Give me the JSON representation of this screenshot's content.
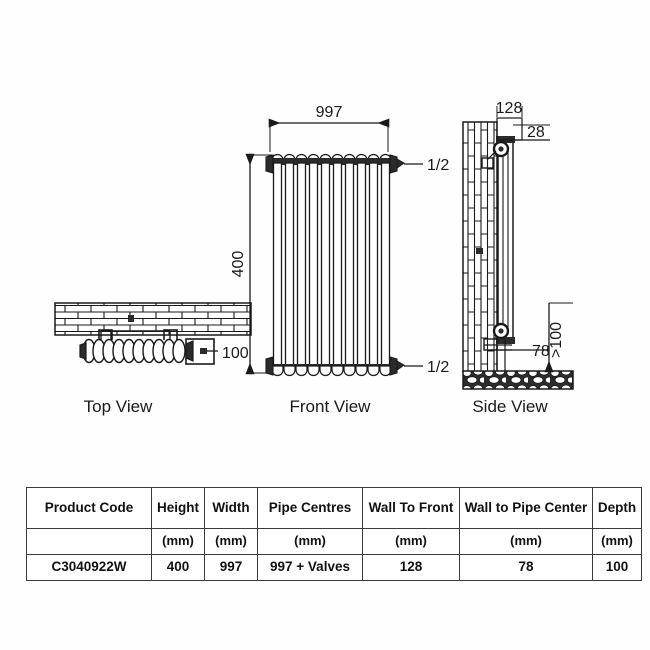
{
  "document": {
    "type": "technical-drawing",
    "subject": "column radiator dimensional drawing"
  },
  "views": {
    "top": {
      "label": "Top View",
      "depth_dim": "100"
    },
    "front": {
      "label": "Front View",
      "width_dim": "997",
      "height_dim": "400",
      "valve_top": "1/2",
      "valve_bottom": "1/2",
      "columns": 10
    },
    "side": {
      "label": "Side View",
      "wall_to_front_dim": "128",
      "top_offset_dim": "28",
      "wall_to_pipe_dim": "78",
      "floor_clearance_dim": ">100"
    }
  },
  "table": {
    "headers": [
      "Product  Code",
      "Height",
      "Width",
      "Pipe Centres",
      "Wall To Front",
      "Wall to Pipe Center",
      "Depth"
    ],
    "units": [
      "",
      "(mm)",
      "(mm)",
      "(mm)",
      "(mm)",
      "(mm)",
      "(mm)"
    ],
    "values": [
      "C3040922W",
      "400",
      "997",
      "997 + Valves",
      "128",
      "78",
      "100"
    ]
  },
  "colors": {
    "line": "#1a1a1a",
    "fill_dark": "#2b2b2b",
    "background": "#ffffff",
    "table_border": "#3a3a3a"
  }
}
